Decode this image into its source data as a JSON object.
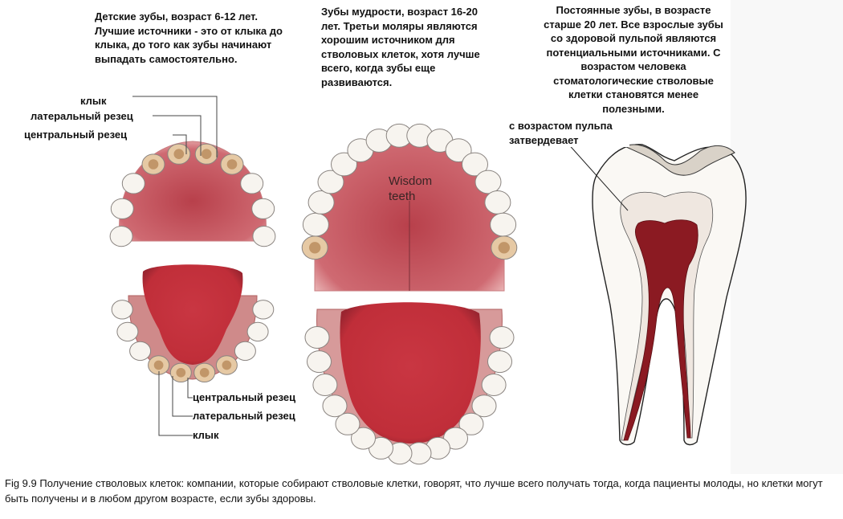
{
  "texts": {
    "kids_block": "Детские зубы, возраст 6-12 лет. Лучшие источники - это от клыка до клыка, до того как зубы начинают выпадать самостоятельно.",
    "wisdom_block": "Зубы мудрости, возраст 16-20 лет. Третьи моляры являются хорошим источником для стволовых клеток, хотя лучше всего, когда зубы еще развиваются.",
    "permanent_block": "Постоянные зубы, в возрасте старше 20 лет. Все взрослые зубы со здоровой пульпой являются потенциальными источниками. С возрастом человека стоматологические стволовые клетки становятся менее полезными.",
    "pulp_note": "с возрастом пульпа затвердевает",
    "wisdom_label": "Wisdom teeth",
    "caption": "Fig 9.9 Получение стволовых клеток: компании, которые собирают стволовые клетки, говорят, что лучше всего получать тогда, когда пациенты молоды, но клетки могут быть получены и в любом другом возрасте, если зубы здоровы."
  },
  "upper_labels": {
    "canine": "клык",
    "lateral": "латеральный резец",
    "central": "центральный резец"
  },
  "lower_labels": {
    "central": "центральный резец",
    "lateral": "латеральный резец",
    "canine": "клык"
  },
  "colors": {
    "gum": "#c14a55",
    "gum_dark": "#9a2f38",
    "tongue": "#c4313c",
    "tooth": "#f7f4ef",
    "tooth_outline": "#8a8480",
    "pulp": "#8b1a22",
    "tooth_highlight": "#b88a5a"
  }
}
